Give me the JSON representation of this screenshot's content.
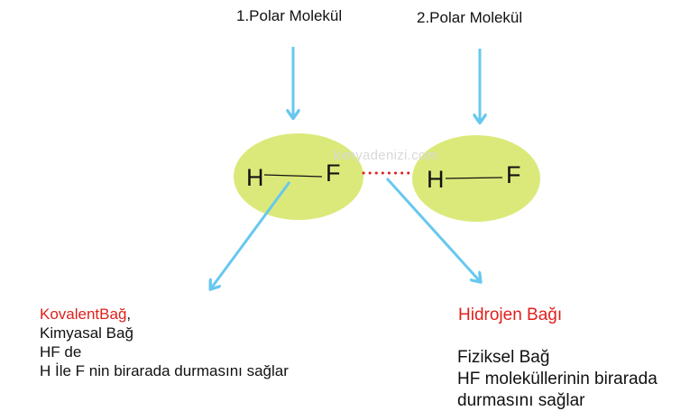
{
  "molecule_labels": {
    "first": "1.Polar Molekül",
    "second": "2.Polar Molekül"
  },
  "watermark": "kimyadenizi.com",
  "molecule1": {
    "h": "H",
    "f": "F"
  },
  "molecule2": {
    "h": "H",
    "f": "F"
  },
  "left_text": {
    "covalent_red": "KovalentBağ",
    "covalent_comma": ",",
    "line2": "Kimyasal Bağ",
    "line3": "HF de",
    "line4": "H İle F nin birarada durmasını sağlar"
  },
  "right_text": {
    "title": "Hidrojen Bağı",
    "line1": "Fiziksel Bağ",
    "line2": "HF moleküllerinin birarada",
    "line3": "durmasını  sağlar"
  },
  "colors": {
    "molecule_fill": "#dbe97a",
    "arrow": "#67c8ef",
    "hydrogen_bond_dots": "#e0201c",
    "accent_text": "#e0201c"
  }
}
